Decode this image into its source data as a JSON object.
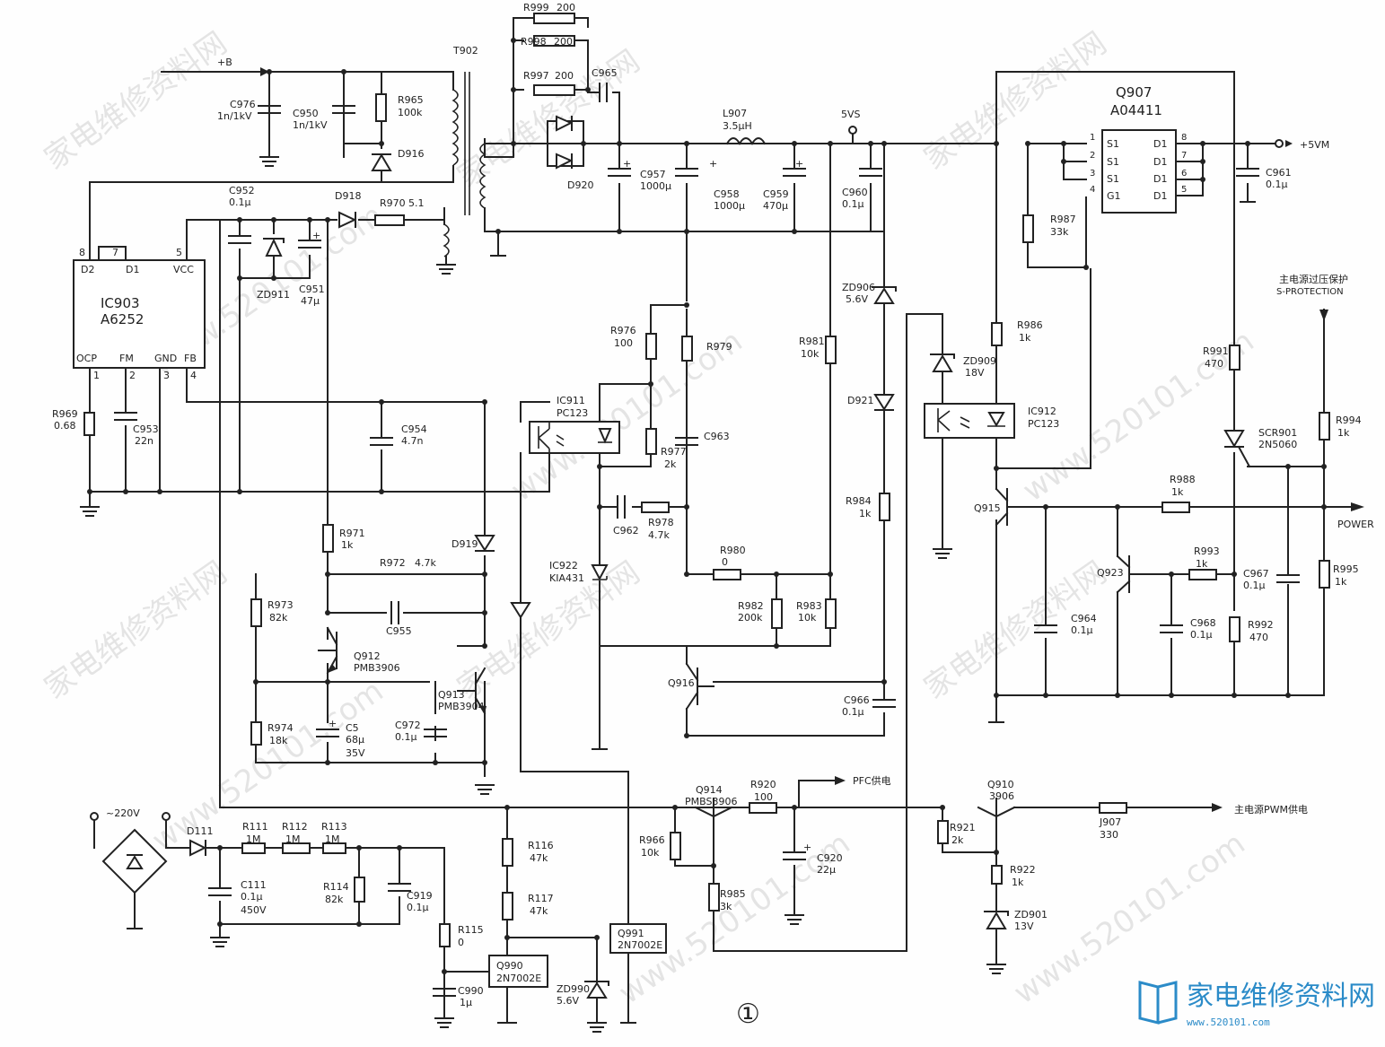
{
  "figure": {
    "number": "①"
  },
  "watermark": {
    "text_cn": "家电维修资料网",
    "text_url": "www.520101.com"
  },
  "logo": {
    "text": "家电维修资料网",
    "url": "www.520101.com"
  },
  "nets": {
    "b_plus": "+B",
    "v5s": "5VS",
    "v5m": "+5VM",
    "ac": "~220V",
    "power": "POWER",
    "pfc_supply": "PFC供电",
    "main_pwm_supply": "主电源PWM供电",
    "s_protection_cn": "主电源过压保护",
    "s_protection_en": "S-PROTECTION"
  },
  "ics": {
    "ic903": {
      "ref": "IC903",
      "part": "A6252",
      "pin_d2": "D2",
      "pin_d1": "D1",
      "pin_vcc": "VCC",
      "pin_ocp": "OCP",
      "pin_fm": "FM",
      "pin_gnd": "GND",
      "pin_fb": "FB",
      "n8": "8",
      "n7": "7",
      "n5": "5",
      "n1": "1",
      "n2": "2",
      "n3": "3",
      "n4": "4"
    },
    "q907": {
      "ref": "Q907",
      "part": "A04411",
      "s1a": "S1",
      "s1b": "S1",
      "s1c": "S1",
      "g1": "G1",
      "d1a": "D1",
      "d1b": "D1",
      "d1c": "D1",
      "d1d": "D1",
      "p1": "1",
      "p2": "2",
      "p3": "3",
      "p4": "4",
      "p8": "8",
      "p7": "7",
      "p6": "6",
      "p5": "5"
    },
    "ic911": {
      "ref": "IC911",
      "part": "PC123"
    },
    "ic912": {
      "ref": "IC912",
      "part": "PC123"
    },
    "ic922": {
      "ref": "IC922",
      "part": "KIA431"
    },
    "q990": {
      "ref": "Q990",
      "part": "2N7002E"
    },
    "q991": {
      "ref": "Q991",
      "part": "2N7002E"
    },
    "t902": {
      "ref": "T902"
    }
  },
  "resistors": {
    "r999": {
      "ref": "R999",
      "val": "200"
    },
    "r998": {
      "ref": "R998",
      "val": "200"
    },
    "r997": {
      "ref": "R997",
      "val": "200"
    },
    "r965": {
      "ref": "R965",
      "val": "100k"
    },
    "r970": {
      "ref": "R970",
      "val": "5.1"
    },
    "r969": {
      "ref": "R969",
      "val": "0.68"
    },
    "r976": {
      "ref": "R976",
      "val": "100"
    },
    "r979": {
      "ref": "R979",
      "val": ""
    },
    "r977": {
      "ref": "R977",
      "val": "2k"
    },
    "r978": {
      "ref": "R978",
      "val": "4.7k"
    },
    "r980": {
      "ref": "R980",
      "val": "0"
    },
    "r981": {
      "ref": "R981",
      "val": "10k"
    },
    "r982": {
      "ref": "R982",
      "val": "200k"
    },
    "r983": {
      "ref": "R983",
      "val": "10k"
    },
    "r984": {
      "ref": "R984",
      "val": "1k"
    },
    "r971": {
      "ref": "R971",
      "val": "1k"
    },
    "r972": {
      "ref": "R972",
      "val": "4.7k"
    },
    "r973": {
      "ref": "R973",
      "val": "82k"
    },
    "r974": {
      "ref": "R974",
      "val": "18k"
    },
    "r987": {
      "ref": "R987",
      "val": "33k"
    },
    "r986": {
      "ref": "R986",
      "val": "1k"
    },
    "r991": {
      "ref": "R991",
      "val": "470"
    },
    "r994": {
      "ref": "R994",
      "val": "1k"
    },
    "r988": {
      "ref": "R988",
      "val": "1k"
    },
    "r993": {
      "ref": "R993",
      "val": "1k"
    },
    "r995": {
      "ref": "R995",
      "val": "1k"
    },
    "r992": {
      "ref": "R992",
      "val": "470"
    },
    "r111": {
      "ref": "R111",
      "val": "1M"
    },
    "r112": {
      "ref": "R112",
      "val": "1M"
    },
    "r113": {
      "ref": "R113",
      "val": "1M"
    },
    "r114": {
      "ref": "R114",
      "val": "82k"
    },
    "r115": {
      "ref": "R115",
      "val": "0"
    },
    "r116": {
      "ref": "R116",
      "val": "47k"
    },
    "r117": {
      "ref": "R117",
      "val": "47k"
    },
    "r966": {
      "ref": "R966",
      "val": "10k"
    },
    "r985": {
      "ref": "R985",
      "val": "3k"
    },
    "r920": {
      "ref": "R920",
      "val": "100"
    },
    "r921": {
      "ref": "R921",
      "val": "2k"
    },
    "r922": {
      "ref": "R922",
      "val": "1k"
    },
    "j907": {
      "ref": "J907",
      "val": "330"
    }
  },
  "capacitors": {
    "c976": {
      "ref": "C976",
      "val": "1n/1kV"
    },
    "c950": {
      "ref": "C950",
      "val": "1n/1kV"
    },
    "c965": {
      "ref": "C965",
      "val": ""
    },
    "c957": {
      "ref": "C957",
      "val": "1000μ"
    },
    "c958": {
      "ref": "C958",
      "val": "1000μ"
    },
    "c959": {
      "ref": "C959",
      "val": "470μ"
    },
    "c960": {
      "ref": "C960",
      "val": "0.1μ"
    },
    "c961": {
      "ref": "C961",
      "val": "0.1μ"
    },
    "c952": {
      "ref": "C952",
      "val": "0.1μ"
    },
    "c951": {
      "ref": "C951",
      "val": "47μ"
    },
    "c953": {
      "ref": "C953",
      "val": "22n"
    },
    "c954": {
      "ref": "C954",
      "val": "4.7n"
    },
    "c963": {
      "ref": "C963",
      "val": ""
    },
    "c962": {
      "ref": "C962",
      "val": ""
    },
    "c955": {
      "ref": "C955",
      "val": ""
    },
    "c5": {
      "ref": "C5",
      "val": "68μ",
      "volt": "35V"
    },
    "c972": {
      "ref": "C972",
      "val": "0.1μ"
    },
    "c966": {
      "ref": "C966",
      "val": "0.1μ"
    },
    "c964": {
      "ref": "C964",
      "val": "0.1μ"
    },
    "c968": {
      "ref": "C968",
      "val": "0.1μ"
    },
    "c967": {
      "ref": "C967",
      "val": "0.1μ"
    },
    "c111": {
      "ref": "C111",
      "val": "0.1μ",
      "volt": "450V"
    },
    "c919": {
      "ref": "C919",
      "val": "0.1μ"
    },
    "c990": {
      "ref": "C990",
      "val": "1μ"
    },
    "c920": {
      "ref": "C920",
      "val": "22μ"
    }
  },
  "inductors": {
    "l907": {
      "ref": "L907",
      "val": "3.5μH"
    }
  },
  "diodes": {
    "d916": {
      "ref": "D916"
    },
    "d918": {
      "ref": "D918"
    },
    "d920": {
      "ref": "D920"
    },
    "d921": {
      "ref": "D921"
    },
    "d919": {
      "ref": "D919"
    },
    "d111": {
      "ref": "D111"
    },
    "zd911": {
      "ref": "ZD911"
    },
    "zd906": {
      "ref": "ZD906",
      "val": "5.6V"
    },
    "zd909": {
      "ref": "ZD909",
      "val": "18V"
    },
    "zd990": {
      "ref": "ZD990",
      "val": "5.6V"
    },
    "zd901": {
      "ref": "ZD901",
      "val": "13V"
    },
    "scr901": {
      "ref": "SCR901",
      "val": "2N5060"
    }
  },
  "transistors": {
    "q912": {
      "ref": "Q912",
      "part": "PMB3906"
    },
    "q913": {
      "ref": "Q913",
      "part": "PMB3904"
    },
    "q916": {
      "ref": "Q916"
    },
    "q915": {
      "ref": "Q915"
    },
    "q923": {
      "ref": "Q923"
    },
    "q914": {
      "ref": "Q914",
      "part": "PMBS3906"
    },
    "q910": {
      "ref": "Q910",
      "part": "3906"
    }
  }
}
